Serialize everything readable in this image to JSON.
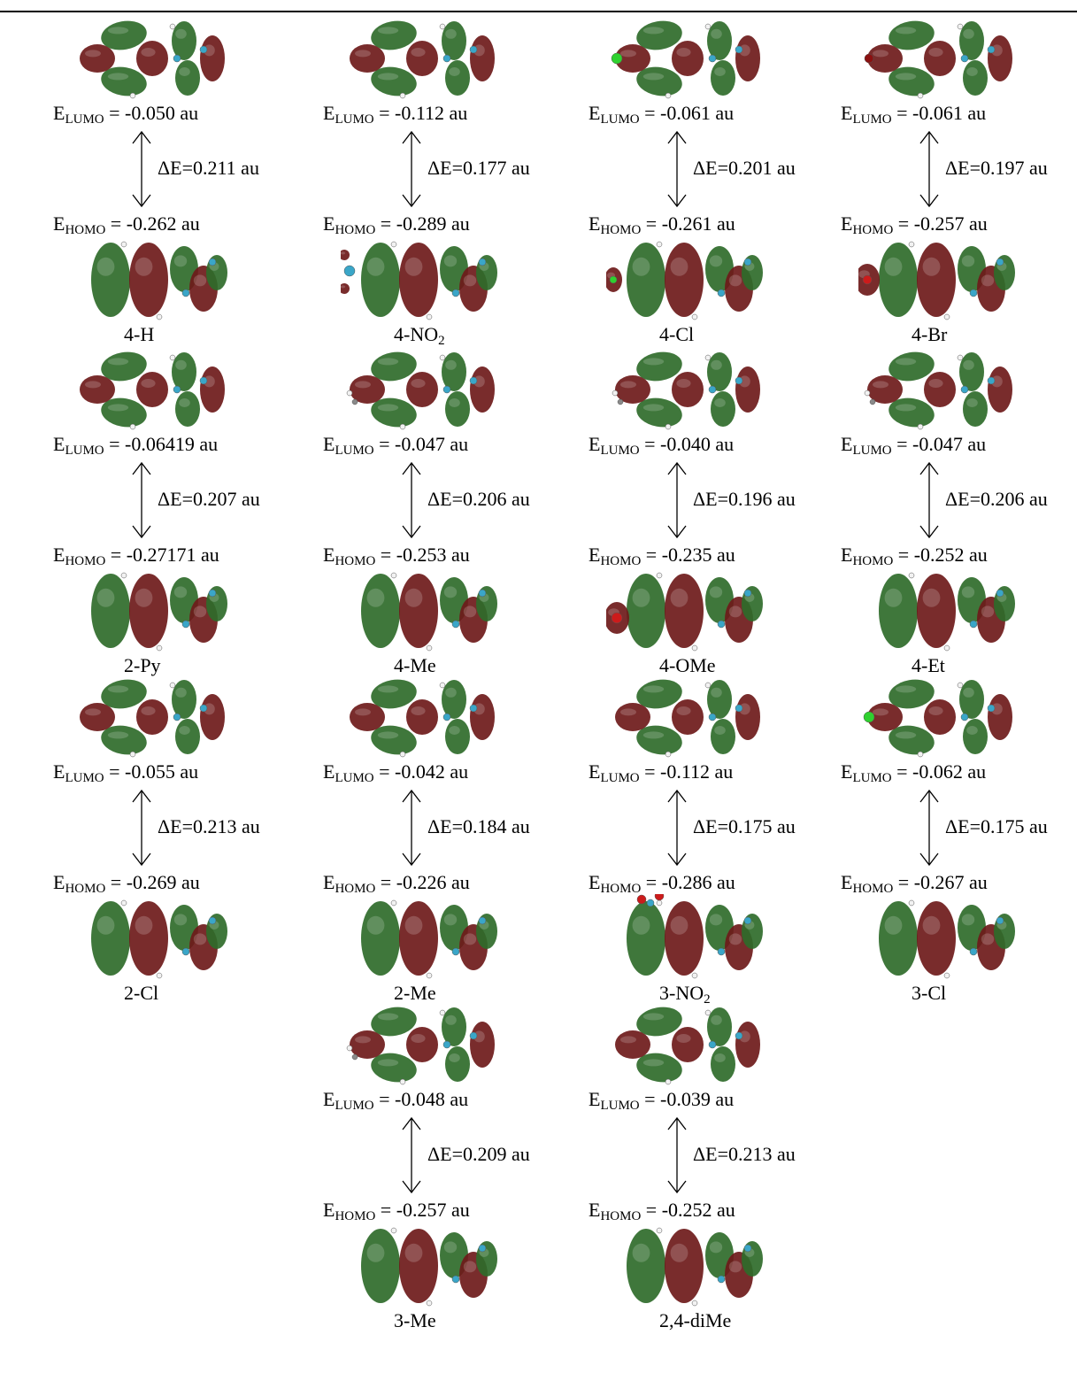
{
  "colors": {
    "lobe_positive": "#2f6b2a",
    "lobe_negative": "#6e1a1a",
    "atom_c": "#8a8a8a",
    "atom_h": "#f2f2f2",
    "atom_n": "#3aa6c8",
    "atom_o": "#cc1b1b",
    "atom_cl": "#2fd12f",
    "atom_br": "#8b1010"
  },
  "molecules": [
    {
      "id": "4-H",
      "name": "4-H",
      "sub": "",
      "lumo": "-0.050 au",
      "gap": "ΔE=0.211 au",
      "homo": "-0.262 au",
      "lumo_label": "E",
      "homo_label": "E",
      "lumo_sub": "LUMO",
      "homo_sub": "HOMO",
      "subst": "none"
    },
    {
      "id": "4-NO2",
      "name": "4-NO",
      "sub": "2",
      "lumo": "-0.112 au",
      "gap": "ΔE=0.177 au",
      "homo": "-0.289 au",
      "lumo_label": "E",
      "homo_label": "E",
      "lumo_sub": "LUMO",
      "homo_sub": "HOMO",
      "subst": "no2"
    },
    {
      "id": "4-Cl",
      "name": "4-Cl",
      "sub": "",
      "lumo": "-0.061 au",
      "gap": "ΔE=0.201 au",
      "homo": "-0.261 au",
      "lumo_label": "E",
      "homo_label": "E",
      "lumo_sub": "LUMO",
      "homo_sub": "HOMO",
      "subst": "cl"
    },
    {
      "id": "4-Br",
      "name": "4-Br",
      "sub": "",
      "lumo": "-0.061 au",
      "gap": "ΔE=0.197 au",
      "homo": "-0.257 au",
      "lumo_label": "E",
      "homo_label": "E",
      "lumo_sub": "LUMO",
      "homo_sub": "HOMO",
      "subst": "br"
    },
    {
      "id": "2-Py",
      "name": "2-Py",
      "sub": "",
      "lumo": "-0.06419 au",
      "gap": "ΔE=0.207  au",
      "homo": "-0.27171 au",
      "lumo_label": "E",
      "homo_label": "E",
      "lumo_sub": "LUMO",
      "homo_sub": "HOMO",
      "subst": "py"
    },
    {
      "id": "4-Me",
      "name": "4-Me",
      "sub": "",
      "lumo": "-0.047 au",
      "gap": "ΔE=0.206  au",
      "homo": "-0.253 au",
      "lumo_label": "E",
      "homo_label": "E",
      "lumo_sub": "LUMO",
      "homo_sub": "HOMO",
      "subst": "me"
    },
    {
      "id": "4-OMe",
      "name": "4-OMe",
      "sub": "",
      "lumo": "-0.040 au",
      "gap": "ΔE=0.196 au",
      "homo": "-0.235 au",
      "lumo_label": "E",
      "homo_label": "E",
      "lumo_sub": "LUMO",
      "homo_sub": "HOMO",
      "subst": "ome"
    },
    {
      "id": "4-Et",
      "name": "4-Et",
      "sub": "",
      "lumo": "-0.047 au",
      "gap": "ΔE=0.206 au",
      "homo": "-0.252 au",
      "lumo_label": "E",
      "homo_label": "E",
      "lumo_sub": "LUMO",
      "homo_sub": "HOMO",
      "subst": "et"
    },
    {
      "id": "2-Cl",
      "name": "2-Cl",
      "sub": "",
      "lumo": "-0.055 au",
      "gap": "ΔE=0.213 au",
      "homo": "-0.269 au",
      "lumo_label": "E",
      "homo_label": "E",
      "lumo_sub": "LUMO",
      "homo_sub": "HOMO",
      "subst": "cl2"
    },
    {
      "id": "2-Me",
      "name": "2-Me",
      "sub": "",
      "lumo": "-0.042 au",
      "gap": "ΔE=0.184  au",
      "homo": "-0.226 au",
      "lumo_label": "E",
      "homo_label": "E",
      "lumo_sub": "LUMO",
      "homo_sub": "HOMO",
      "subst": "me2"
    },
    {
      "id": "3-NO2",
      "name": "3-NO",
      "sub": "2",
      "lumo": "-0.112 au",
      "gap": "ΔE=0.175  au",
      "homo": "-0.286 au",
      "lumo_label": "E",
      "homo_label": "E",
      "lumo_sub": "LUMO",
      "homo_sub": "HOMO",
      "subst": "no2b"
    },
    {
      "id": "3-Cl",
      "name": "3-Cl",
      "sub": "",
      "lumo": "-0.062 au",
      "gap": "ΔE=0.175 au",
      "homo": "-0.267 au",
      "lumo_label": "E",
      "homo_label": "E",
      "lumo_sub": "LUMO",
      "homo_sub": "HOMO",
      "subst": "cl3"
    },
    {
      "id": "3-Me",
      "name": "3-Me",
      "sub": "",
      "lumo": "-0.048 au",
      "gap": "ΔE=0.209 au",
      "homo": "-0.257 au",
      "lumo_label": "E",
      "homo_label": "E",
      "lumo_sub": "LUMO",
      "homo_sub": "HOMO",
      "subst": "me3"
    },
    {
      "id": "2,4-diMe",
      "name": "2,4-diMe",
      "sub": "",
      "lumo": "-0.039 au",
      "gap": "ΔE=0.213 au",
      "homo": "-0.252 au",
      "lumo_label": "E",
      "homo_label": "E",
      "lumo_sub": "LUMO",
      "homo_sub": "HOMO",
      "subst": "dime"
    }
  ]
}
